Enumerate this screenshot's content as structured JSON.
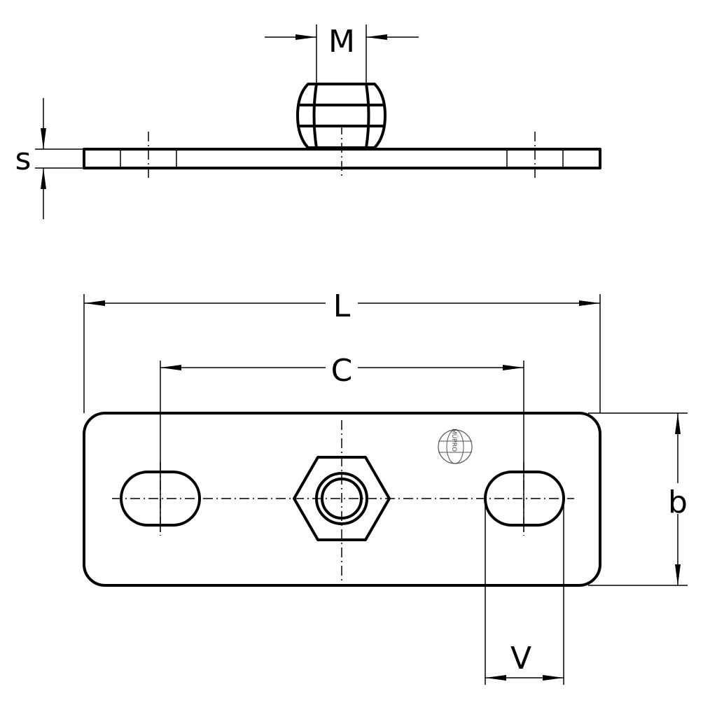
{
  "dimensions": {
    "M": "M",
    "s": "s",
    "L": "L",
    "C": "C",
    "b": "b",
    "V": "V"
  },
  "logo": "MÜPRO",
  "colors": {
    "line": "#000000",
    "background": "#ffffff"
  }
}
